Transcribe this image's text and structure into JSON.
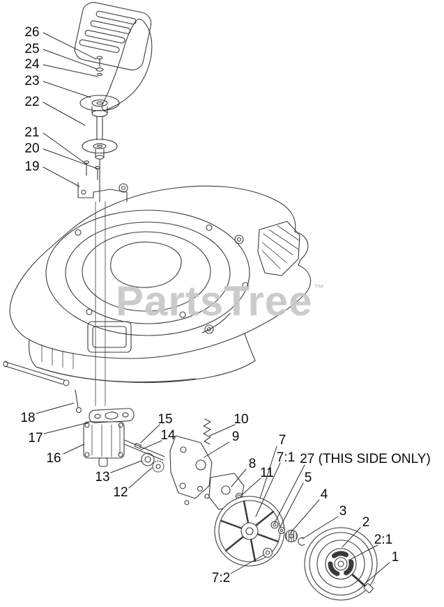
{
  "diagram": {
    "watermark": {
      "text": "PartsTree",
      "tm": "™"
    },
    "callouts": [
      {
        "id": "26",
        "label": "26"
      },
      {
        "id": "25",
        "label": "25"
      },
      {
        "id": "24",
        "label": "24"
      },
      {
        "id": "23",
        "label": "23"
      },
      {
        "id": "22",
        "label": "22"
      },
      {
        "id": "21",
        "label": "21"
      },
      {
        "id": "20",
        "label": "20"
      },
      {
        "id": "19",
        "label": "19"
      },
      {
        "id": "18",
        "label": "18"
      },
      {
        "id": "17",
        "label": "17"
      },
      {
        "id": "16",
        "label": "16"
      },
      {
        "id": "13",
        "label": "13"
      },
      {
        "id": "12",
        "label": "12"
      },
      {
        "id": "15",
        "label": "15"
      },
      {
        "id": "14",
        "label": "14"
      },
      {
        "id": "10",
        "label": "10"
      },
      {
        "id": "9",
        "label": "9"
      },
      {
        "id": "8",
        "label": "8"
      },
      {
        "id": "11",
        "label": "11"
      },
      {
        "id": "7",
        "label": "7"
      },
      {
        "id": "7:1",
        "label": "7:1"
      },
      {
        "id": "27",
        "label": "27 (THIS SIDE ONLY)"
      },
      {
        "id": "5",
        "label": "5"
      },
      {
        "id": "4",
        "label": "4"
      },
      {
        "id": "3",
        "label": "3"
      },
      {
        "id": "2",
        "label": "2"
      },
      {
        "id": "2:1",
        "label": "2:1"
      },
      {
        "id": "1",
        "label": "1"
      },
      {
        "id": "7:2",
        "label": "7:2"
      }
    ]
  }
}
